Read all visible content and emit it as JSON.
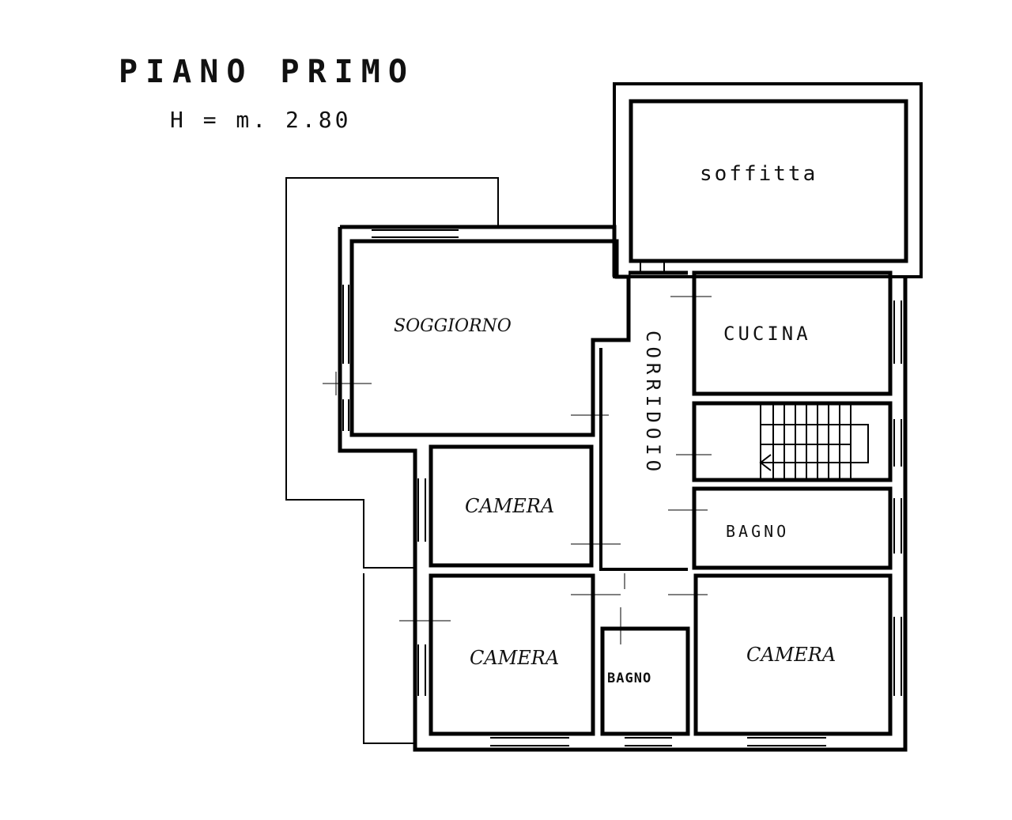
{
  "title": "PIANO PRIMO",
  "height_note": "H = m. 2.80",
  "rooms": {
    "soffitta": "soffitta",
    "soggiorno": "SOGGIORNO",
    "corridoio": "CORRIDOIO",
    "cucina": "CUCINA",
    "bagno_main": "BAGNO",
    "camera_mid": "CAMERA",
    "camera_bottom_left": "CAMERA",
    "bagno_small": "BAGNO",
    "camera_right": "CAMERA"
  }
}
